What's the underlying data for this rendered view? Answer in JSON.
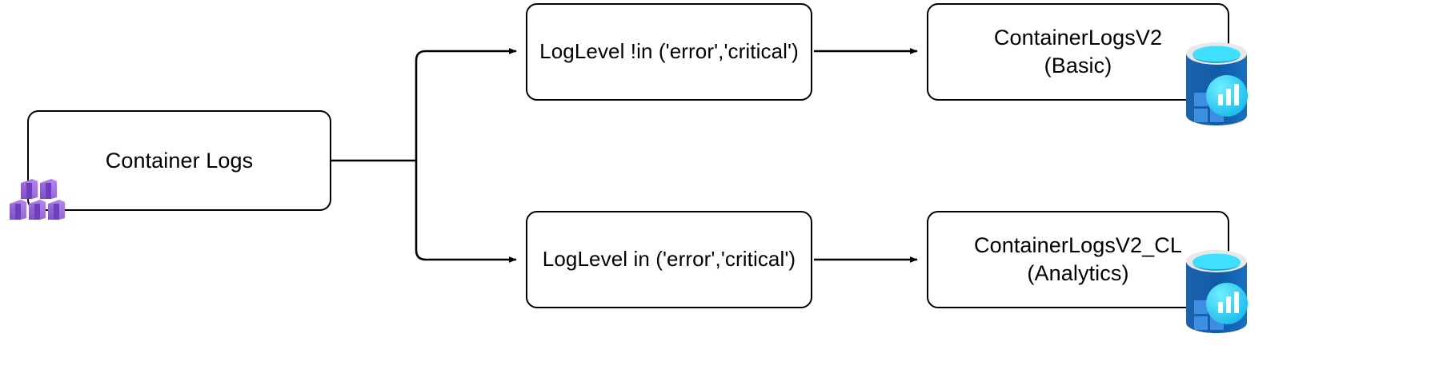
{
  "diagram": {
    "title": "Container Logs log-level split routing",
    "type": "flow-diagram",
    "background_color": "#ffffff",
    "stroke_color": "#000000",
    "nodes": [
      {
        "id": "source",
        "label": "Container Logs",
        "icon": "container-logs-icon",
        "icon_color": "#8661c5"
      },
      {
        "id": "filter-basic",
        "label": "LogLevel !in ('error','critical')"
      },
      {
        "id": "filter-analytics",
        "label": "LogLevel in ('error','critical')"
      },
      {
        "id": "sink-basic",
        "label": "ContainerLogsV2\n(Basic)",
        "icon": "azure-database-icon",
        "icon_color": "#0078d4"
      },
      {
        "id": "sink-analytics",
        "label": "ContainerLogsV2_CL\n(Analytics)",
        "icon": "azure-database-icon",
        "icon_color": "#0078d4"
      }
    ],
    "edges": [
      {
        "from": "source",
        "to": "filter-basic",
        "label": ""
      },
      {
        "from": "source",
        "to": "filter-analytics",
        "label": ""
      },
      {
        "from": "filter-basic",
        "to": "sink-basic",
        "label": ""
      },
      {
        "from": "filter-analytics",
        "to": "sink-analytics",
        "label": ""
      }
    ]
  }
}
